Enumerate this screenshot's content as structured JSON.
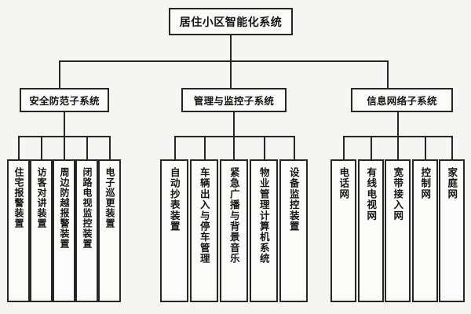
{
  "diagram": {
    "title": "居住小区智能化系统",
    "type": "organization-tree",
    "background_color": "#f5f5f3",
    "line_color": "#262626",
    "box_fill_color": "#fbfbfa",
    "root": {
      "label": "居住小区智能化系统"
    },
    "branches": [
      {
        "label": "安全防范子系统",
        "leaves": [
          {
            "label": "住宅报警装置"
          },
          {
            "label": "访客对讲装置"
          },
          {
            "label": "周边防越报警装置"
          },
          {
            "label": "闭路电视监控装置"
          },
          {
            "label": "电子巡更装置"
          }
        ]
      },
      {
        "label": "管理与监控子系统",
        "leaves": [
          {
            "label": "自动抄表装置"
          },
          {
            "label": "车辆出入与停车管理"
          },
          {
            "label": "紧急广播与背景音乐"
          },
          {
            "label": "物业管理计算机系统"
          },
          {
            "label": "设备监控装置"
          }
        ]
      },
      {
        "label": "信息网络子系统",
        "leaves": [
          {
            "label": "电话网"
          },
          {
            "label": "有线电视网"
          },
          {
            "label": "宽带接入网"
          },
          {
            "label": "控制网"
          },
          {
            "label": "家庭网"
          }
        ]
      }
    ]
  }
}
